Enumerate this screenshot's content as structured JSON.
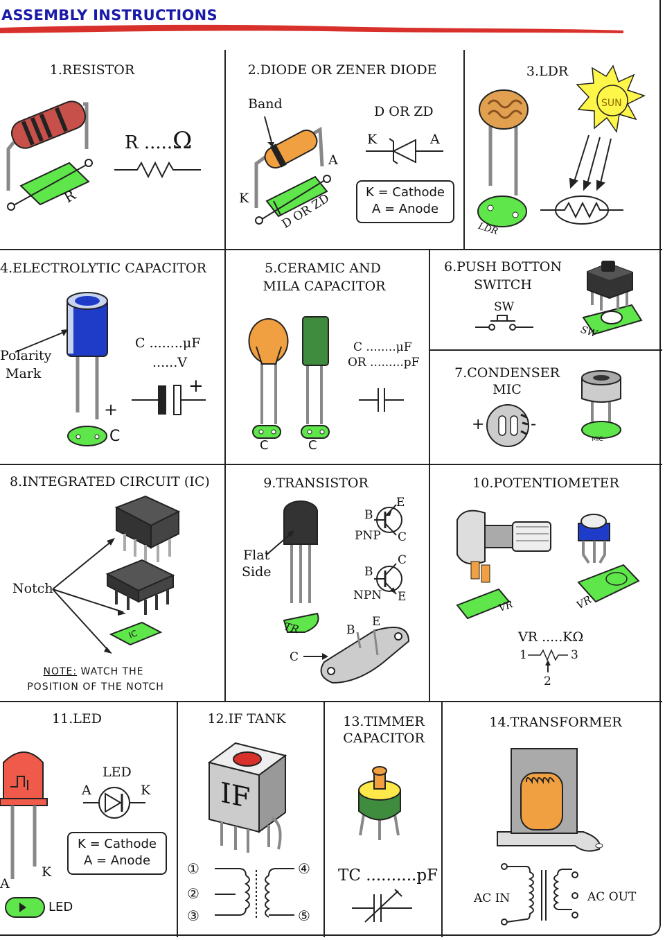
{
  "header": {
    "title": "ASSEMBLY INSTRUCTIONS"
  },
  "s1": {
    "title": "1.RESISTOR",
    "value": "R .....",
    "unit": "Ω",
    "pcb": "R"
  },
  "s2": {
    "title": "2.DIODE OR ZENER DIODE",
    "band": "Band",
    "type": "D OR ZD",
    "k": "K",
    "a": "A",
    "k_side": "K",
    "a_side": "A",
    "legend_k": "K = Cathode",
    "legend_a": "A = Anode",
    "pcb": "D OR ZD"
  },
  "s3": {
    "title": "3.LDR",
    "sun": "SUN",
    "pcb": "LDR"
  },
  "s4": {
    "title": "4.ELECTROLYTIC CAPACITOR",
    "polarity1": "Polarity",
    "polarity2": "Mark",
    "value1": "C ........μF",
    "value2": "......V",
    "plus": "+",
    "plus2": "+",
    "pcb": "C"
  },
  "s5": {
    "title1": "5.CERAMIC AND",
    "title2": "MILA CAPACITOR",
    "value1": "C ........μF",
    "value2": "OR .........pF",
    "pcb1": "C",
    "pcb2": "C"
  },
  "s6": {
    "title1": "6.PUSH BOTTON",
    "title2": "SWITCH",
    "sw": "SW",
    "pcb": "SW"
  },
  "s7": {
    "title1": "7.CONDENSER",
    "title2": "MIC",
    "plus": "+",
    "minus": "-",
    "pcb": "MIC"
  },
  "s8": {
    "title": "8.INTEGRATED CIRCUIT (IC)",
    "notch": "Notch",
    "pcb": "IC",
    "note_u": "NOTE:",
    "note_rest": " WATCH THE",
    "note2": "POSITION OF THE NOTCH"
  },
  "s9": {
    "title": "9.TRANSISTOR",
    "flat1": "Flat",
    "flat2": "Side",
    "b1": "B",
    "e1": "E",
    "c1": "C",
    "pnp": "PNP",
    "b2": "B",
    "c2": "C",
    "e2": "E",
    "npn": "NPN",
    "pcb": "TR",
    "pin_b": "B",
    "pin_e": "E",
    "pin_c": "C"
  },
  "s10": {
    "title": "10.POTENTIOMETER",
    "value": "VR .....",
    "unit": "KΩ",
    "pin1": "1",
    "pin2": "2",
    "pin3": "3",
    "pcb1": "VR",
    "pcb2": "VR"
  },
  "s11": {
    "title": "11.LED",
    "led": "LED",
    "a": "A",
    "k": "K",
    "legend_k": "K = Cathode",
    "legend_a": "A = Anode",
    "pin_a": "A",
    "pin_k": "K",
    "pcb": "LED"
  },
  "s12": {
    "title": "12.IF TANK",
    "body": "IF",
    "p1": "①",
    "p2": "②",
    "p3": "③",
    "p4": "④",
    "p5": "⑤"
  },
  "s13": {
    "title1": "13.TIMMER",
    "title2": "CAPACITOR",
    "value": "TC ..........pF"
  },
  "s14": {
    "title": "14.TRANSFORMER",
    "ac_in": "AC IN",
    "ac_out": "AC OUT"
  },
  "colors": {
    "title": "#1a1aa8",
    "pcb_green": "#5ee64a",
    "resistor": "#c8504a",
    "diode": "#f0a040",
    "ldr": "#e0a050",
    "sun": "#fff64a",
    "cap_blue": "#1e3cc8",
    "ceramic": "#f0a040",
    "mila": "#3f8c3f",
    "led_red": "#f05a4a",
    "trimmer_yellow": "#ffe84a",
    "transformer_coil": "#f0a040"
  }
}
